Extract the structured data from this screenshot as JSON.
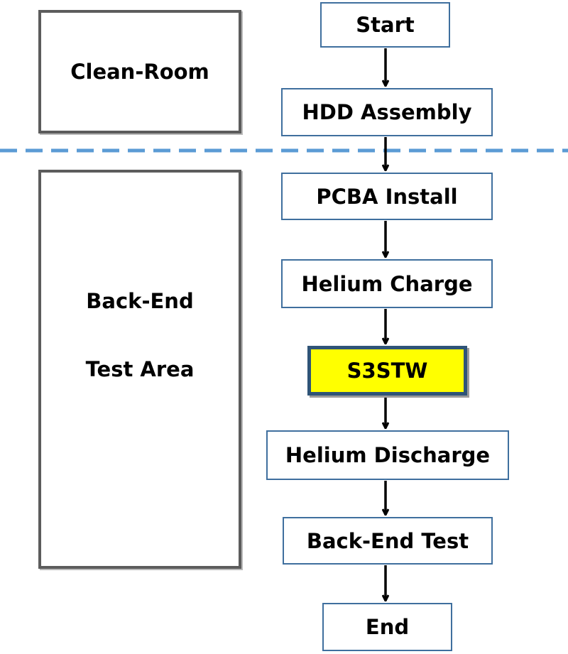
{
  "zones": {
    "clean_room": {
      "label": "Clean-Room"
    },
    "back_end": {
      "line1": "Back-End",
      "line2": "Test Area"
    }
  },
  "steps": [
    {
      "label": "Start"
    },
    {
      "label": "HDD Assembly"
    },
    {
      "label": "PCBA Install"
    },
    {
      "label": "Helium Charge"
    },
    {
      "label": "S3STW"
    },
    {
      "label": "Helium Discharge"
    },
    {
      "label": "Back-End Test"
    },
    {
      "label": "End"
    }
  ],
  "colors": {
    "box_border": "#3f6f9e",
    "highlight_fill": "#ffff00",
    "highlight_border": "#2f5477",
    "divider": "#5b9bd5",
    "zone_border": "#5c5c5c",
    "arrow": "#000000"
  }
}
